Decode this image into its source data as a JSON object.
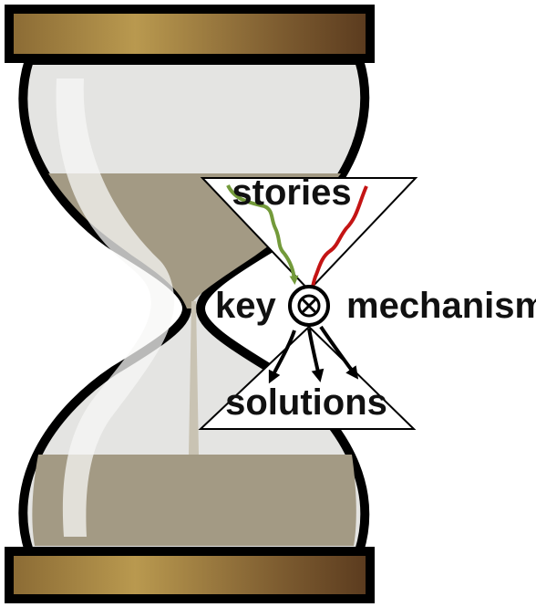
{
  "labels": {
    "top": "stories",
    "left": "key",
    "right": "mechanism",
    "bottom": "solutions"
  },
  "colors": {
    "frame": "#000000",
    "wood_light": "#b9994f",
    "wood_mid": "#8a6a34",
    "wood_dark": "#5a3a1e",
    "glass": "#e4e4e2",
    "glass_highlight": "#f7f7f5",
    "sand": "#a39a84",
    "arrow_green": "#739a3a",
    "arrow_red": "#c41414",
    "arrow_black": "#000000"
  },
  "icons": {
    "center": "circled-times-icon"
  }
}
